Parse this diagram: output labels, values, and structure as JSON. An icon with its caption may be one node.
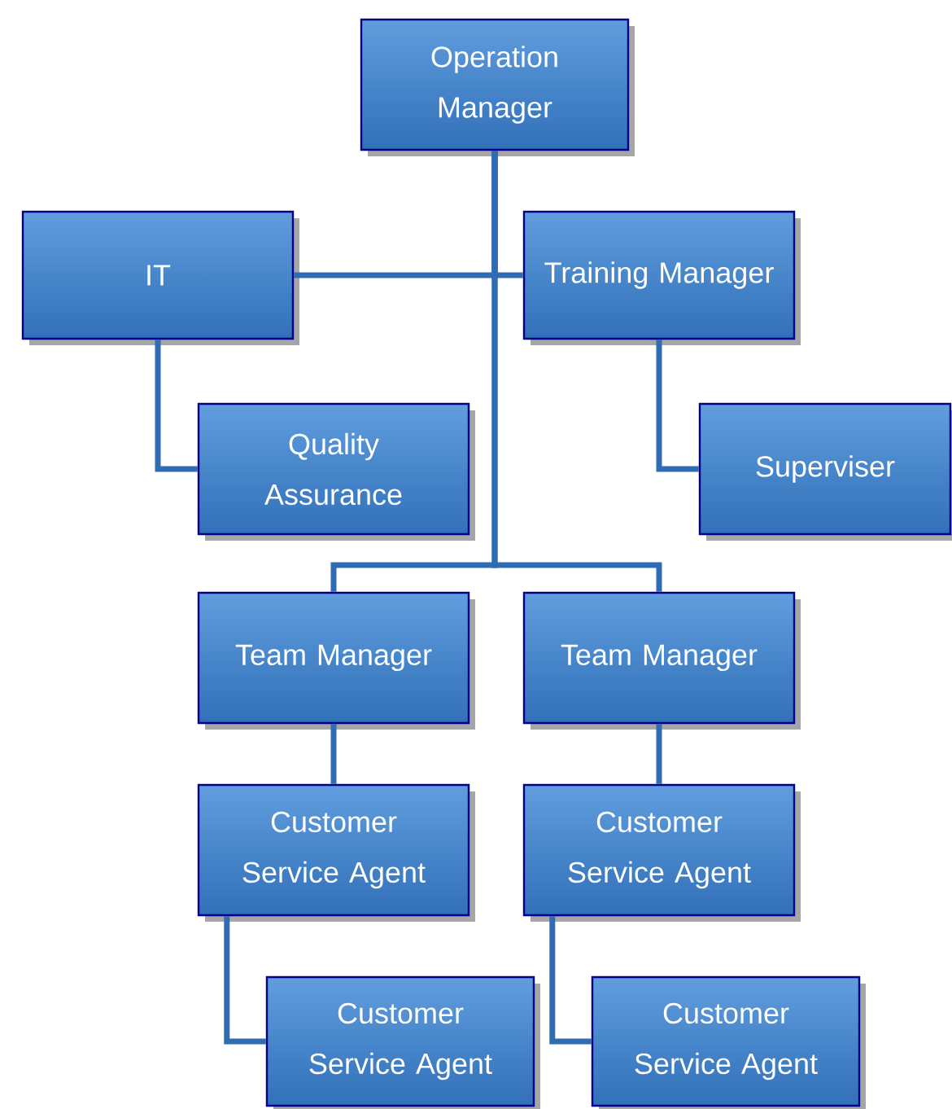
{
  "diagram": {
    "nodes": [
      {
        "text": [
          "Operation Manager"
        ]
      },
      {
        "text": [
          "IT"
        ]
      },
      {
        "text": [
          "Training Manager"
        ]
      },
      {
        "text": [
          "Quality Assurance"
        ]
      },
      {
        "text": [
          "Superviser"
        ]
      },
      {
        "text": [
          "Team Manager"
        ]
      },
      {
        "text": [
          "Team Manager"
        ]
      },
      {
        "text": [
          "Customer Service Agent"
        ]
      },
      {
        "text": [
          "Customer Service Agent"
        ]
      },
      {
        "text": [
          "Customer Service Agent"
        ]
      },
      {
        "text": [
          "Customer Service Agent"
        ]
      }
    ],
    "edges": [
      {
        "from": 0,
        "to": 1,
        "arrow": "none"
      },
      {
        "from": 0,
        "to": 2,
        "arrow": "none"
      },
      {
        "from": 0,
        "to": 5,
        "arrow": "none"
      },
      {
        "from": 0,
        "to": 6,
        "arrow": "none"
      },
      {
        "from": 1,
        "to": 3,
        "arrow": "none"
      },
      {
        "from": 2,
        "to": 4,
        "arrow": "none"
      },
      {
        "from": 5,
        "to": 7,
        "arrow": "none"
      },
      {
        "from": 6,
        "to": 8,
        "arrow": "none"
      },
      {
        "from": 7,
        "to": 9,
        "arrow": "none"
      },
      {
        "from": 8,
        "to": 10,
        "arrow": "none"
      }
    ]
  }
}
